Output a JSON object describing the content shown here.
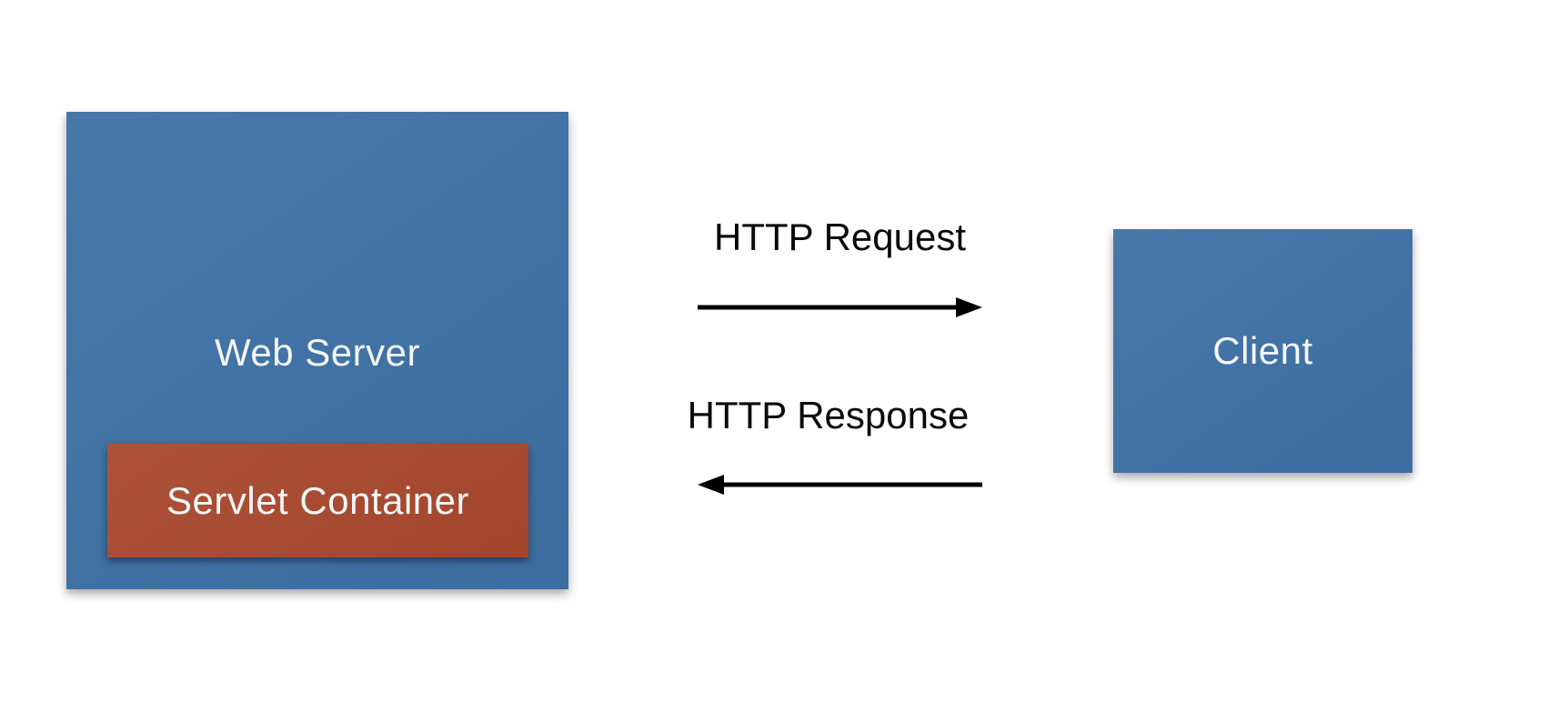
{
  "canvas": {
    "background": "#ffffff"
  },
  "web_server": {
    "label": "Web Server",
    "fill": "#3e71a6",
    "text_color": "#f4f6f8"
  },
  "servlet_container": {
    "label": "Servlet Container",
    "fill": "#a8492e",
    "text_color": "#f4f6f8"
  },
  "client": {
    "label": "Client",
    "fill": "#3e71a6",
    "text_color": "#f4f6f8"
  },
  "arrows": {
    "request": {
      "label": "HTTP Request",
      "direction": "right",
      "color": "#000000"
    },
    "response": {
      "label": "HTTP Response",
      "direction": "left",
      "color": "#000000"
    }
  }
}
